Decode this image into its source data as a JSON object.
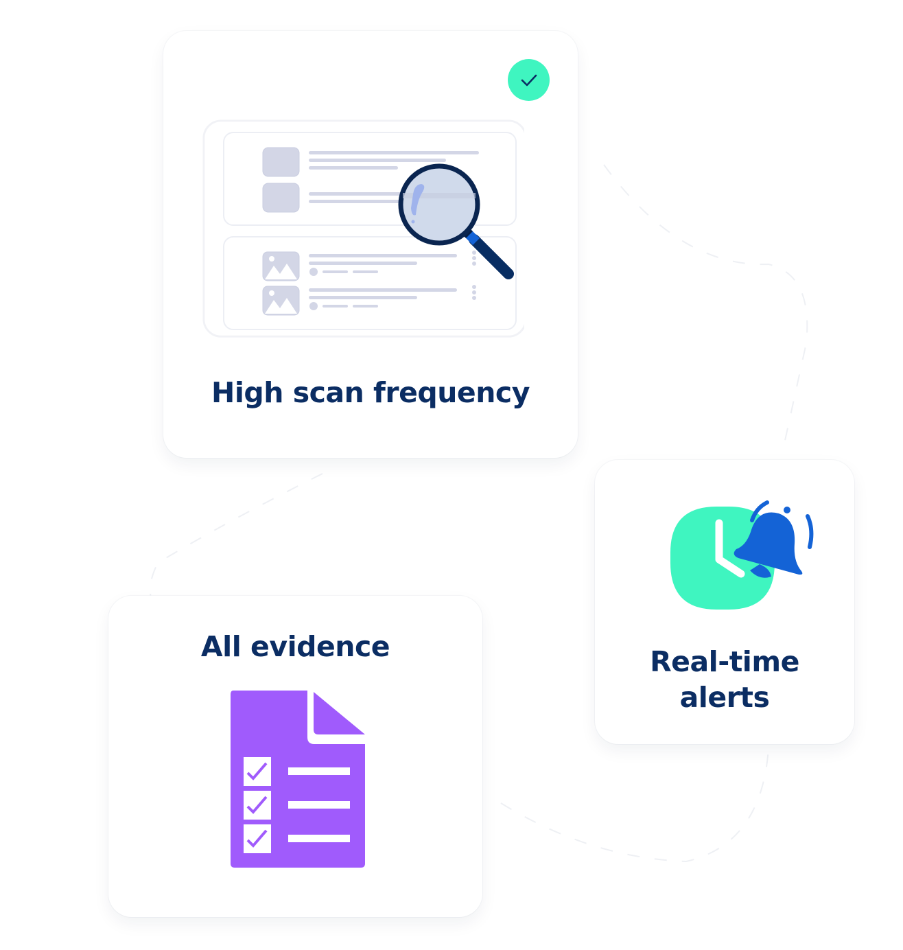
{
  "cards": {
    "scan": {
      "title": "High scan frequency",
      "status_badge": "check-badge"
    },
    "alerts": {
      "title_line1": "Real-time",
      "title_line2": "alerts"
    },
    "evidence": {
      "title": "All evidence",
      "checklist_items": 3
    }
  },
  "colors": {
    "title_text": "#0b2d63",
    "accent_green": "#3ff5c0",
    "bell_blue": "#1463d6",
    "evidence_purple": "#a05bfc",
    "magnifier_navy": "#082d62",
    "placeholder_gray": "#d3d6e6"
  }
}
